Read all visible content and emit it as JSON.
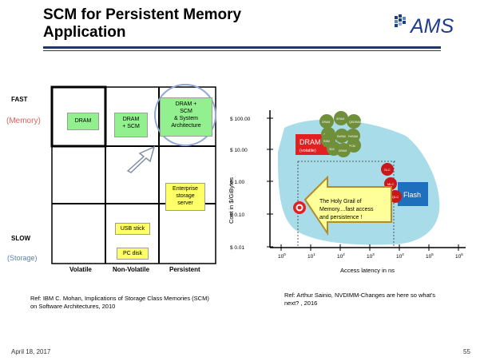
{
  "title_line1": "SCM for Persistent Memory",
  "title_line2": "Application",
  "logo_text": "AMS",
  "left_diagram": {
    "fast": "FAST",
    "memory": "(Memory)",
    "slow": "SLOW",
    "storage": "(Storage)",
    "col_volatile": "Volatile",
    "col_nonvolatile": "Non-Volatile",
    "col_persistent": "Persistent",
    "dram": "DRAM",
    "dram_scm_1": "DRAM",
    "dram_scm_2": "+ SCM",
    "dram_arch_1": "DRAM +",
    "dram_arch_2": "SCM",
    "dram_arch_3": "& System",
    "dram_arch_4": "Architecture",
    "enterprise_1": "Enterprise",
    "enterprise_2": "storage",
    "enterprise_3": "server",
    "usb": "USB stick",
    "pcdisk": "PC disk"
  },
  "right_chart": {
    "ylabel": "Cost in $/GiBytes",
    "xlabel": "Access latency in ns",
    "yticks": [
      "$ 100.00",
      "$ 10.00",
      "$ 1.00",
      "$ 0.10",
      "$ 0.01"
    ],
    "xtick_base": "10",
    "xtick_exp": [
      "0",
      "1",
      "2",
      "3",
      "4",
      "5",
      "6"
    ],
    "dram_label": "DRAM",
    "dram_sub": "(volatile)",
    "flash_label": "Flash",
    "arrow_text_1": "The Holy Grail of",
    "arrow_text_2": "Memory....fast access",
    "arrow_text_3": "and persistence !",
    "green_bubbles": [
      "DRAM",
      "SRAM",
      "QEDRAM",
      "STT",
      "RAM",
      "ReRAM",
      "FeRAM",
      "PCM",
      "3DX",
      "DRAM"
    ],
    "red_bubbles": [
      "SLC",
      "MLC",
      "TLC",
      "QLC"
    ]
  },
  "ref_left_1": "Ref: IBM C. Mohan, Implications of Storage Class Memories (SCM)",
  "ref_left_2": "on Software Architectures, 2010",
  "ref_right_1": "Ref: Arthur Sainio, NVDIMM-Changes are here so what's",
  "ref_right_2": "next? , 2016",
  "footer_date": "April 18, 2017",
  "footer_page": "55",
  "colors": {
    "rule": "#1f3864",
    "box_green": "#92f08f",
    "box_yellow": "#ffff66",
    "blob": "#a8dce8",
    "dram_red": "#e32021",
    "flash_blue": "#1f6fbf",
    "bubble_green": "#6f8f3a",
    "bubble_red": "#c8181a"
  }
}
